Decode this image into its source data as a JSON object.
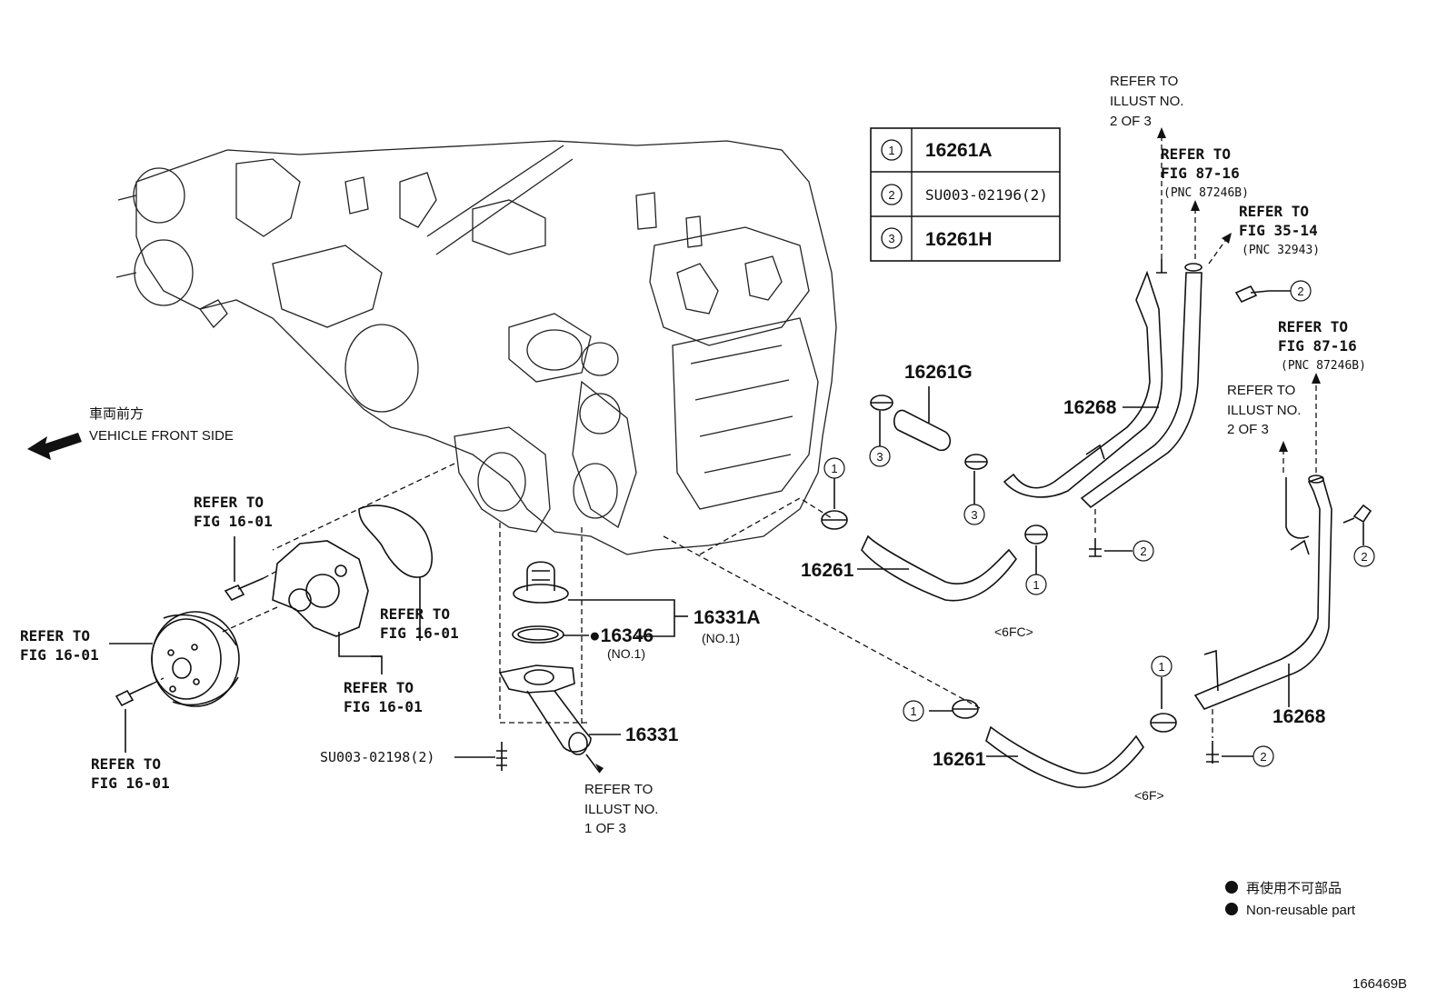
{
  "legend_table": [
    {
      "num": "1",
      "part": "16261A"
    },
    {
      "num": "2",
      "part": "SU003-02196(2)"
    },
    {
      "num": "3",
      "part": "16261H"
    }
  ],
  "direction": {
    "jp": "車両前方",
    "en": "VEHICLE FRONT SIDE"
  },
  "part_labels": {
    "p16261G": "16261G",
    "p16268_top": "16268",
    "p16268_bottom": "16268",
    "p16261_top": "16261",
    "p16261_bottom": "16261",
    "p16331A": "16331A",
    "p16331A_sub": "(NO.1)",
    "p16346": "●16346",
    "p16346_sub": "(NO.1)",
    "p16331": "16331",
    "su003_02198": "SU003-02198(2)",
    "variant_6fc": "<6FC>",
    "variant_6f": "<6F>"
  },
  "refer_notes": {
    "illust2_top_l1": "REFER TO",
    "illust2_top_l2": "ILLUST NO.",
    "illust2_top_l3": "2 OF 3",
    "fig8716_a_l1": "REFER TO",
    "fig8716_a_l2": "FIG 87-16",
    "fig8716_a_l3": "(PNC 87246B)",
    "fig3514_l1": "REFER TO",
    "fig3514_l2": "FIG 35-14",
    "fig3514_l3": "(PNC 32943)",
    "fig8716_b_l1": "REFER TO",
    "fig8716_b_l2": "FIG 87-16",
    "fig8716_b_l3": "(PNC 87246B)",
    "illust2_mid_l1": "REFER TO",
    "illust2_mid_l2": "ILLUST NO.",
    "illust2_mid_l3": "2 OF 3",
    "fig1601_a_l1": "REFER TO",
    "fig1601_a_l2": "FIG 16-01",
    "fig1601_b_l1": "REFER TO",
    "fig1601_b_l2": "FIG 16-01",
    "fig1601_c_l1": "REFER TO",
    "fig1601_c_l2": "FIG 16-01",
    "fig1601_d_l1": "REFER TO",
    "fig1601_d_l2": "FIG 16-01",
    "fig1601_e_l1": "REFER TO",
    "fig1601_e_l2": "FIG 16-01",
    "illust1_l1": "REFER TO",
    "illust1_l2": "ILLUST NO.",
    "illust1_l3": "1 OF 3"
  },
  "callouts": {
    "c1": "1",
    "c2": "2",
    "c3": "3"
  },
  "footer_legend": {
    "jp": "再使用不可部品",
    "en": "Non-reusable part"
  },
  "diagram_id": "166469B"
}
